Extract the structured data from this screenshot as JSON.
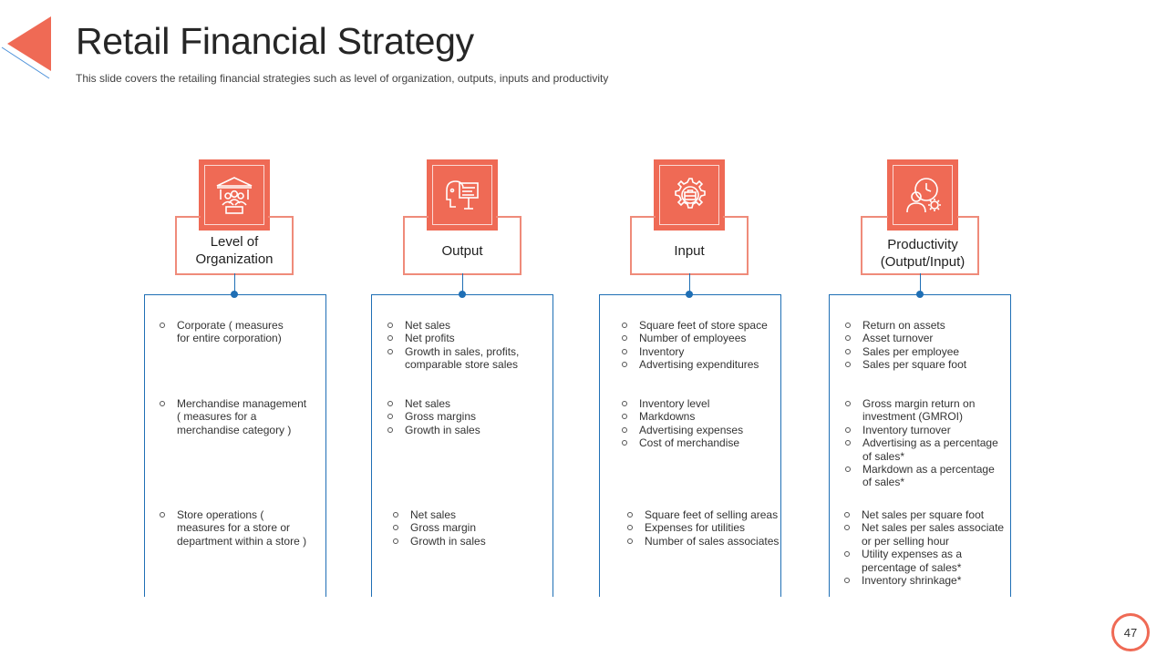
{
  "slide": {
    "title": "Retail Financial Strategy",
    "subtitle": "This slide covers the retailing financial strategies such as level of organization, outputs, inputs and productivity",
    "page_number": "47",
    "accent_color": "#ef6a55",
    "line_color": "#1f6fb5"
  },
  "columns": [
    {
      "label_line1": "Level of",
      "label_line2": "Organization",
      "icon": "bank-people-icon",
      "groups": [
        [
          "Corporate ( measures",
          "for entire corporation)"
        ],
        [
          "Merchandise management",
          "( measures for a",
          "merchandise category )"
        ],
        [
          "Store operations (",
          "measures for a store or",
          "department within a store )"
        ]
      ]
    },
    {
      "label_line1": "Output",
      "label_line2": "",
      "icon": "presentation-board-icon",
      "groups": [
        [
          "Net sales",
          "Net profits",
          "Growth in sales, profits,",
          "comparable store sales"
        ],
        [
          "Net sales",
          "Gross margins",
          "Growth in sales"
        ],
        [
          "Net sales",
          "Gross margin",
          "Growth in sales"
        ]
      ]
    },
    {
      "label_line1": "Input",
      "label_line2": "",
      "icon": "gear-briefcase-icon",
      "groups": [
        [
          "Square feet of store space",
          "Number of employees",
          "Inventory",
          "Advertising expenditures"
        ],
        [
          "Inventory level",
          "Markdowns",
          "Advertising expenses",
          "Cost of merchandise"
        ],
        [
          "Square feet of selling areas",
          "Expenses for utilities",
          "Number of sales associates"
        ]
      ]
    },
    {
      "label_line1": "Productivity",
      "label_line2": "(Output/Input)",
      "icon": "person-clock-gear-icon",
      "groups": [
        [
          "Return on assets",
          "Asset turnover",
          "Sales per employee",
          "Sales per square foot"
        ],
        [
          "Gross margin return on",
          "investment (GMROI)",
          "Inventory turnover",
          "Advertising as a percentage",
          "of sales*",
          "Markdown as a percentage",
          "of sales*"
        ],
        [
          "Net sales per square foot",
          "Net sales per sales associate",
          "or per selling hour",
          "Utility expenses as a",
          "percentage of sales*",
          "Inventory shrinkage*"
        ]
      ]
    }
  ]
}
